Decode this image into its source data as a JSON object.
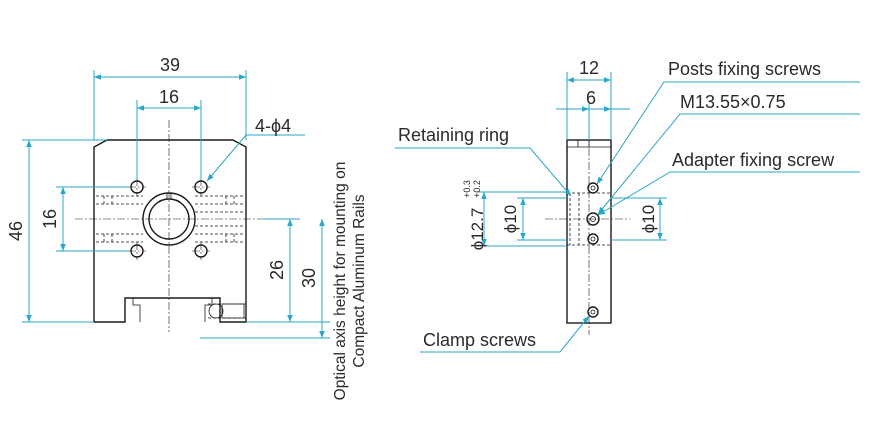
{
  "dimensions": {
    "width_39": "39",
    "width_16": "16",
    "hole_spec": "4-ϕ4",
    "height_46": "46",
    "height_16": "16",
    "height_26": "26",
    "height_30": "30",
    "side_12": "12",
    "side_6": "6",
    "dia_12_7": "ϕ12.7",
    "tol_upper": "+0.3",
    "tol_lower": "+0.2",
    "dia_10_left": "ϕ10",
    "dia_10_right": "ϕ10"
  },
  "labels": {
    "posts_fixing": "Posts fixing screws",
    "thread": "M13.55×0.75",
    "retaining_ring": "Retaining ring",
    "adapter_fixing": "Adapter fixing screw",
    "clamp_screws": "Clamp screws",
    "optical_axis_line1": "Optical axis height for mounting on",
    "optical_axis_line2": "Compact Aluminum Rails"
  },
  "colors": {
    "dimension": "#2aa6c8",
    "part_outline": "#1a1a1a"
  }
}
